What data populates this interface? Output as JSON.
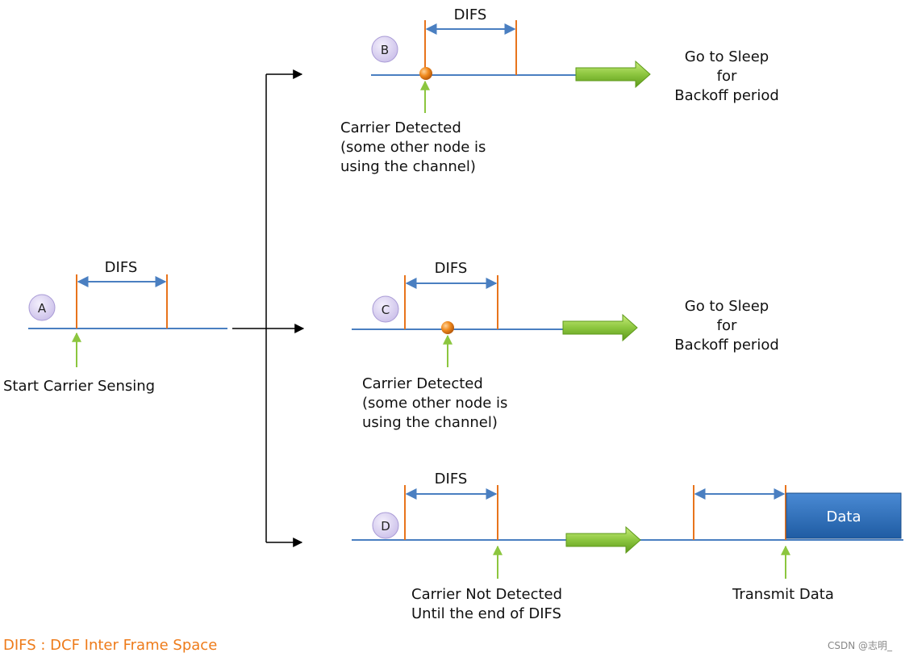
{
  "difs_label": "DIFS",
  "scenario_a": {
    "marker": "A",
    "caption": "Start Carrier Sensing"
  },
  "scenario_b": {
    "marker": "B",
    "caption_lines": [
      "Carrier Detected",
      "(some other node is",
      "using the channel)"
    ],
    "outcome_lines": [
      "Go to Sleep",
      "for",
      "Backoff period"
    ]
  },
  "scenario_c": {
    "marker": "C",
    "caption_lines": [
      "Carrier Detected",
      "(some other node is",
      "using the channel)"
    ],
    "outcome_lines": [
      "Go to Sleep",
      "for",
      "Backoff period"
    ]
  },
  "scenario_d": {
    "marker": "D",
    "caption_lines": [
      "Carrier Not Detected",
      "Until the end of DIFS"
    ],
    "transmit_caption": "Transmit Data",
    "data_box": "Data"
  },
  "legend": "DIFS : DCF Inter Frame Space",
  "watermark": "CSDN @志明_",
  "colors": {
    "timeline": "#4a7fc1",
    "difs_marker": "#e8741c",
    "pointer_arrow": "#8cc63f",
    "green_arrow": "#7ab51d",
    "carrier_dot": "#ef7d12",
    "marker_circle": "#d9d0f0",
    "data_box": "#2e6fba",
    "legend_text": "#ee7b1a"
  }
}
